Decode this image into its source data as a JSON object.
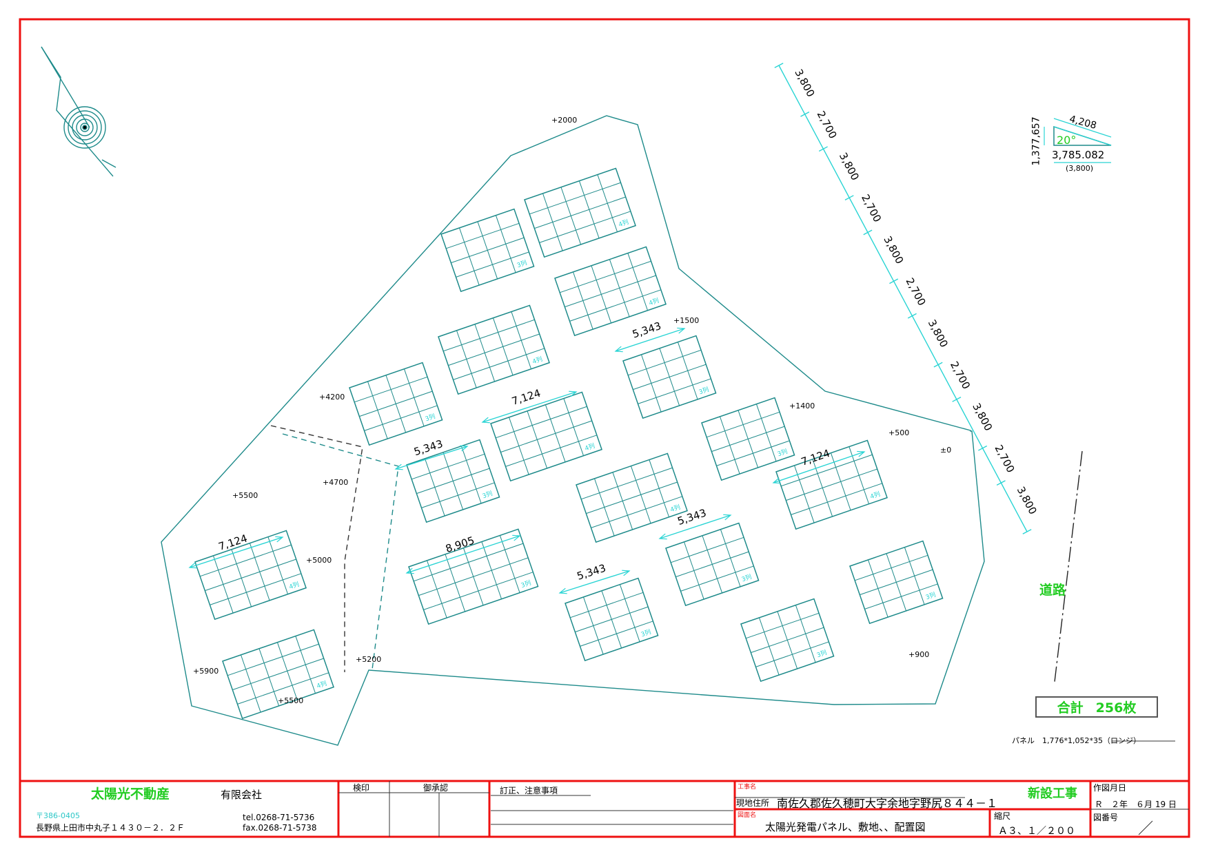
{
  "site": {
    "elevations": [
      {
        "id": "e2000",
        "text": "+2000"
      },
      {
        "id": "e1500",
        "text": "+1500"
      },
      {
        "id": "e4200",
        "text": "+4200"
      },
      {
        "id": "e1400",
        "text": "+1400"
      },
      {
        "id": "e500",
        "text": "+500"
      },
      {
        "id": "e0",
        "text": "±0"
      },
      {
        "id": "e4700",
        "text": "+4700"
      },
      {
        "id": "e5500a",
        "text": "+5500"
      },
      {
        "id": "e5000",
        "text": "+5000"
      },
      {
        "id": "e5900",
        "text": "+5900"
      },
      {
        "id": "e5200",
        "text": "+5200"
      },
      {
        "id": "e5500b",
        "text": "+5500"
      },
      {
        "id": "e900",
        "text": "+900"
      }
    ],
    "dimensions": [
      {
        "id": "d1",
        "text": "5,343"
      },
      {
        "id": "d2",
        "text": "7,124"
      },
      {
        "id": "d3",
        "text": "5,343"
      },
      {
        "id": "d4",
        "text": "7,124"
      },
      {
        "id": "d5",
        "text": "7,124"
      },
      {
        "id": "d6",
        "text": "8,905"
      },
      {
        "id": "d7",
        "text": "5,343"
      },
      {
        "id": "d8",
        "text": "5,343"
      }
    ],
    "array_labels": {
      "four_row": "4列",
      "three_row": "3列"
    },
    "spacing_chain": [
      "3,800",
      "2,700",
      "3,800",
      "2,700",
      "3,800",
      "2,700",
      "3,800",
      "2,700",
      "3,800",
      "2,700",
      "3,800"
    ],
    "road_label": "道路",
    "tilt": {
      "height": "1,377,657",
      "slope": "4,208",
      "angle": "20°",
      "base": "3,785.082",
      "base_nominal": "(3,800)"
    },
    "total": {
      "label": "合計",
      "value": "256枚"
    },
    "panel_spec": "パネル　1,776*1,052*35（ロンジ）"
  },
  "title_block": {
    "company_name": "太陽光不動産",
    "company_type": "有限会社",
    "postal_code": "〒386-0405",
    "address": "長野県上田市中丸子１４３０－２．２Ｆ",
    "tel": "tel.0268-71-5736",
    "fax": "fax.0268-71-5738",
    "inspection_stamp": "検印",
    "approval": "御承認",
    "corrections": "訂正、注意事項",
    "project_name_label": "工事名",
    "site_address_label": "現地住所",
    "site_address": "南佐久郡佐久穂町大字余地字野尻８４４－１",
    "project_type": "新設工事",
    "drawing_name_label": "図面名",
    "drawing_name": "太陽光発電パネル、敷地、、配置図",
    "scale_label": "縮尺",
    "scale_value": "Ａ３、１／２００",
    "date_label": "作図月日",
    "date_value": "Ｒ　２年　６月 19 日",
    "drawing_number_label": "図番号"
  },
  "colors": {
    "frame": "#ee1111",
    "line": "#1d8a8a",
    "dimension": "#29d4d4",
    "highlight": "#22cc22"
  }
}
